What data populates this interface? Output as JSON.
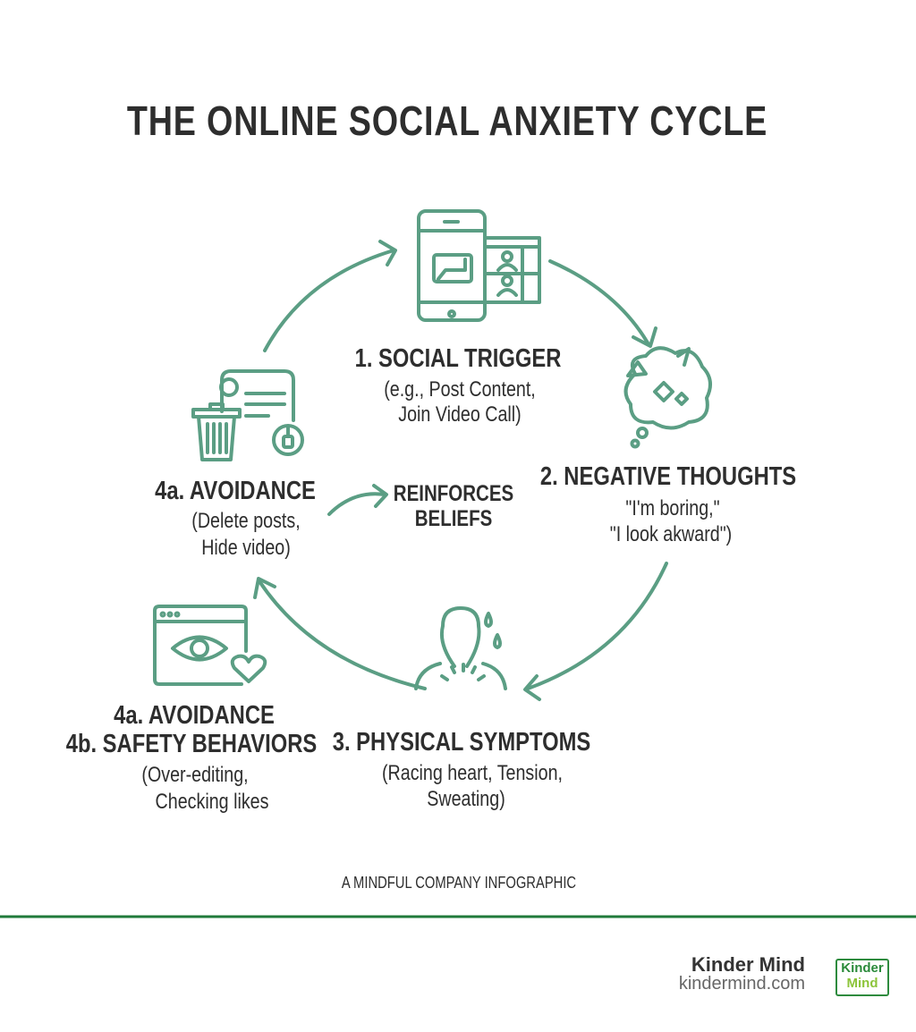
{
  "title": "THE ONLINE SOCIAL ANXIETY CYCLE",
  "accent_color": "#5b9e84",
  "footer_line_color": "#1f7a3a",
  "steps": [
    {
      "heading": "1. SOCIAL TRIGGER",
      "lines": [
        "(e.g., Post Content,",
        "Join Video Call)"
      ],
      "icon": "phone-video-call-icon"
    },
    {
      "heading": "2. NEGATIVE THOUGHTS",
      "lines": [
        "\"I'm boring,\"",
        "\"I look akward\")"
      ],
      "icon": "thought-cloud-icon"
    },
    {
      "heading": "3. PHYSICAL SYMPTOMS",
      "lines": [
        "(Racing heart, Tension,",
        "Sweating)"
      ],
      "icon": "sweating-person-icon"
    },
    {
      "heading": "4a. AVOIDANCE",
      "heading2": "4b. SAFETY BEHAVIORS",
      "lines": [
        "(Over-editing,",
        "Checking likes"
      ],
      "icon": "browser-eye-heart-icon"
    },
    {
      "heading": "4a. AVOIDANCE",
      "lines": [
        "(Delete posts,",
        "Hide video)"
      ],
      "icon": "trash-profile-card-icon"
    }
  ],
  "reinforces": [
    "REINFORCES",
    "BELIEFS"
  ],
  "caption": "A MINDFUL COMPANY INFOGRAPHIC",
  "brand": {
    "name": "Kinder Mind",
    "url": "kindermind.com",
    "logo_text": [
      "Kinder",
      "Mind"
    ]
  }
}
